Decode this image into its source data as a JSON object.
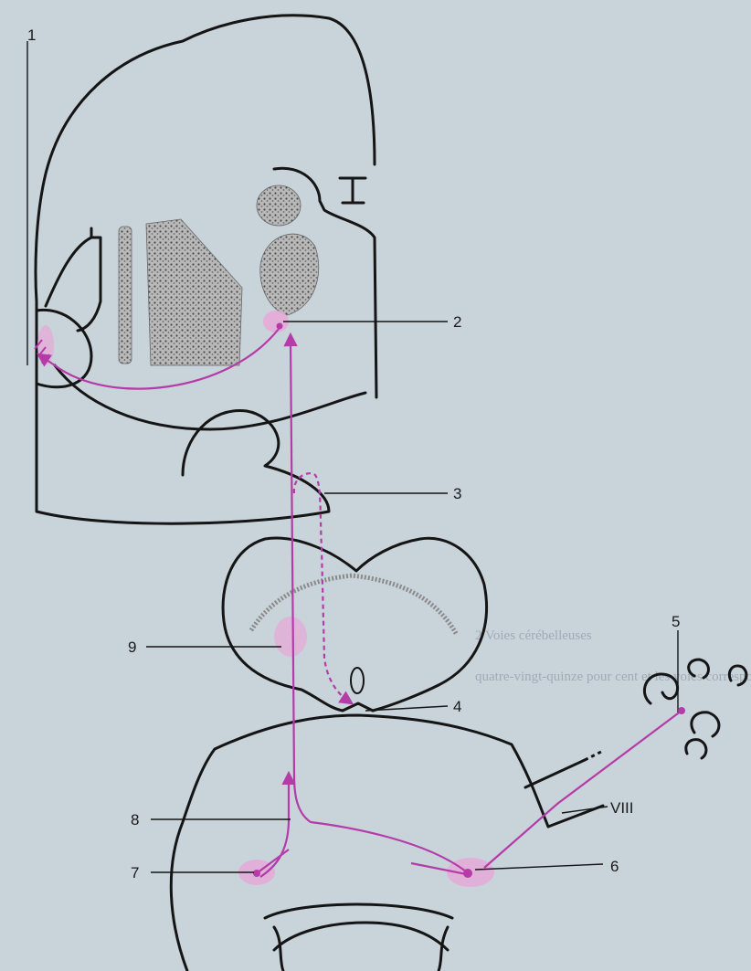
{
  "labels": {
    "l1": "1",
    "l2": "2",
    "l3": "3",
    "l4": "4",
    "l5": "5",
    "l6": "6",
    "l7": "7",
    "l8": "8",
    "l9": "9",
    "nerve": "VIII"
  },
  "background_text": {
    "line1": "2 Voies cérébelleuses",
    "line2": "quatre-vingt-quinze pour cent et les voies correspondantes"
  },
  "colors": {
    "pathway": "#b43ba8",
    "outline": "#151515",
    "nucleus_fill": "#9a9a9a",
    "highlight": "#e7a8d8",
    "paper": "#c9d3da"
  }
}
